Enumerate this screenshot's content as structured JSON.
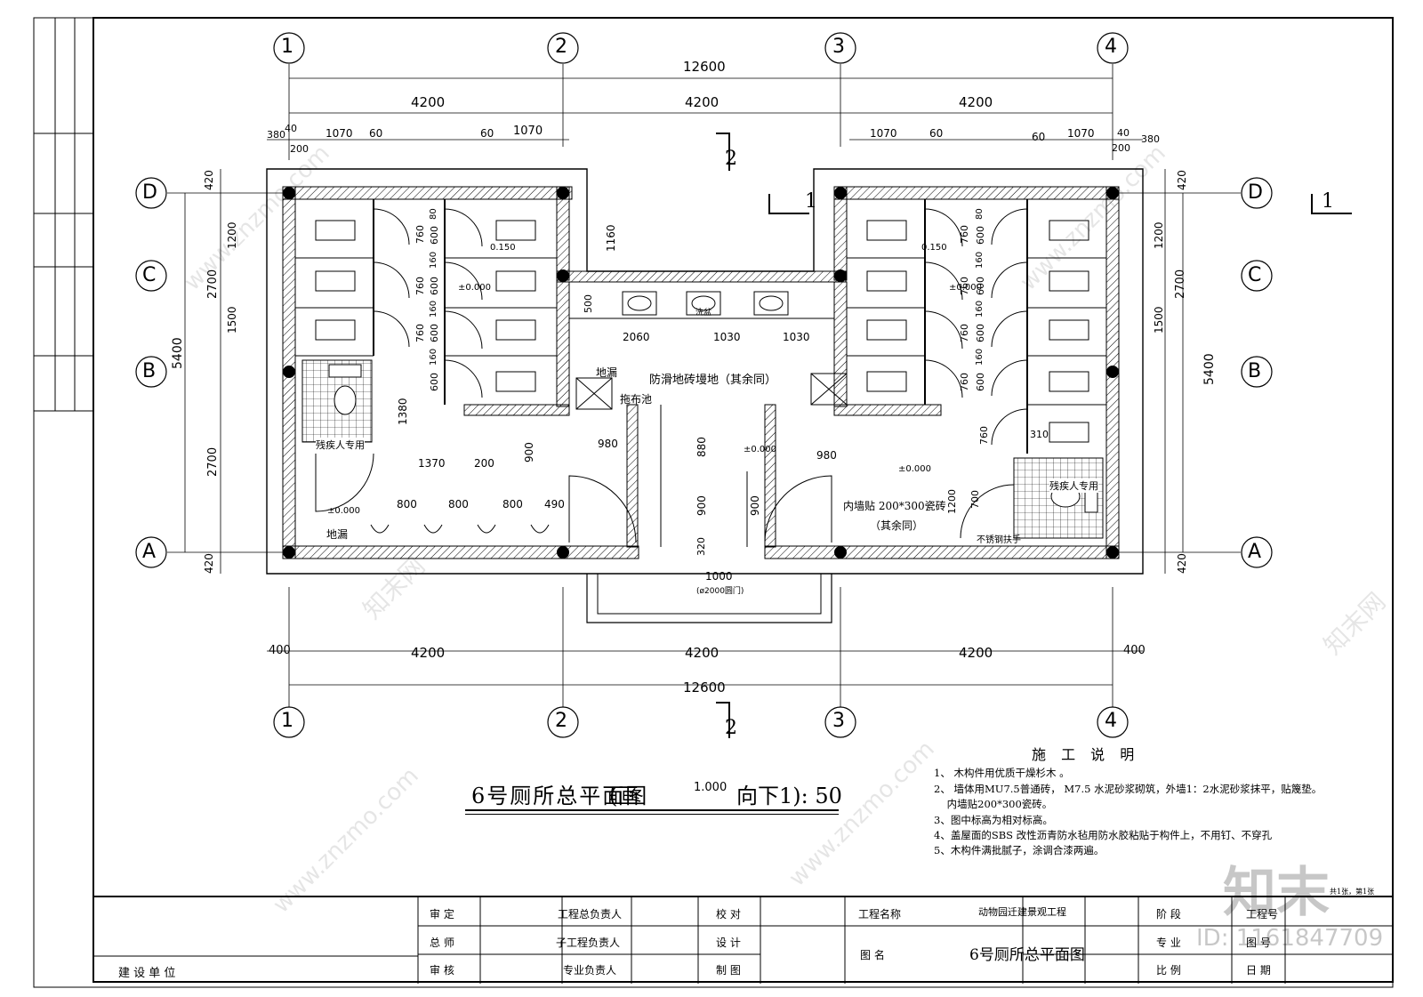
{
  "axes": {
    "columns": [
      "1",
      "2",
      "3",
      "4"
    ],
    "rows": [
      "A",
      "B",
      "C",
      "D"
    ]
  },
  "dims": {
    "total": "12600",
    "bay": "4200",
    "left_detail": [
      "380",
      "40",
      "200",
      "1070",
      "60",
      "60",
      "1070"
    ],
    "right_detail": [
      "1070",
      "60",
      "60",
      "1070",
      "40",
      "200",
      "380"
    ],
    "row_total": "5400",
    "row_2700": "2700",
    "row_1200": "1200",
    "row_1500": "1500",
    "row_420": "420",
    "bottom_side": "400",
    "stall_760": "760",
    "stall_600": "600",
    "stall_160": "160",
    "stall_80": "80",
    "corridor_1160": "1160",
    "sink_500": "500",
    "sinks_2060": "2060",
    "sinks_1030": "1030",
    "h_1380": "1380",
    "h_1370": "1370",
    "h_200": "200",
    "h_900": "900",
    "h_980": "980",
    "h_880": "880",
    "h_320": "320",
    "h_1000": "1000",
    "door_note": "(ø2000圆门)",
    "urinal_800": "800",
    "urinal_490": "490",
    "h_310": "310",
    "h_700": "700"
  },
  "labels": {
    "section_2": "2",
    "section_1": "1",
    "floor_drain": "地漏",
    "mop_pool": "拖布池",
    "floor_main": "防滑地砖墁地（其余同）",
    "wash_basin": "洗盆",
    "elev_0": "±0.000",
    "elev_015": "0.150",
    "disabled": "残疾人专用",
    "wall_tile": "内墙贴 200*300瓷砖",
    "wall_tile_2": "（其余同）",
    "handrail": "不锈钢扶手"
  },
  "title": {
    "drawing_title": "6号厕所总平面图",
    "scale_note": "(画",
    "scale_value": "1.000",
    "scale_tail": "向下1): 50"
  },
  "notes": {
    "heading": "施  工  说  明",
    "items": [
      "1、 木构件用优质干燥杉木 。",
      "2、 墙体用MU7.5普通砖， M7.5  水泥砂浆砌筑，外墙1：2水泥砂浆抹平，贴篾垫。",
      "    内墙贴200*300瓷砖。",
      "3、图中标高为相对标高。",
      "4、盖屋面的SBS 改性沥青防水毡用防水胶粘贴于构件上，不用钉、不穿孔",
      "5、木构件满批腻子，涂调合漆两遍。"
    ]
  },
  "titleblock": {
    "client": "建 设 单 位",
    "approve": "审   定",
    "chief": "总   师",
    "review": "审   核",
    "proj_chief": "工程总负责人",
    "sub_chief": "子工程负责人",
    "spec_chief": "专业负责人",
    "check": "校   对",
    "design": "设   计",
    "draw": "制   图",
    "project_name_label": "工程名称",
    "project_name": "动物园迁建景观工程",
    "drawing_name_label": "图     名",
    "drawing_name": "6号厕所总平面图",
    "stage": "阶  段",
    "discipline": "专  业",
    "scale": "比  例",
    "code": "工程号",
    "drawing_no": "图  号",
    "date": "日  期",
    "sheet": "共1张，第1张"
  },
  "watermark": {
    "site": "www.znzmo.com",
    "brand": "知末网",
    "logo": "知末",
    "id": "ID: 1161847709"
  }
}
